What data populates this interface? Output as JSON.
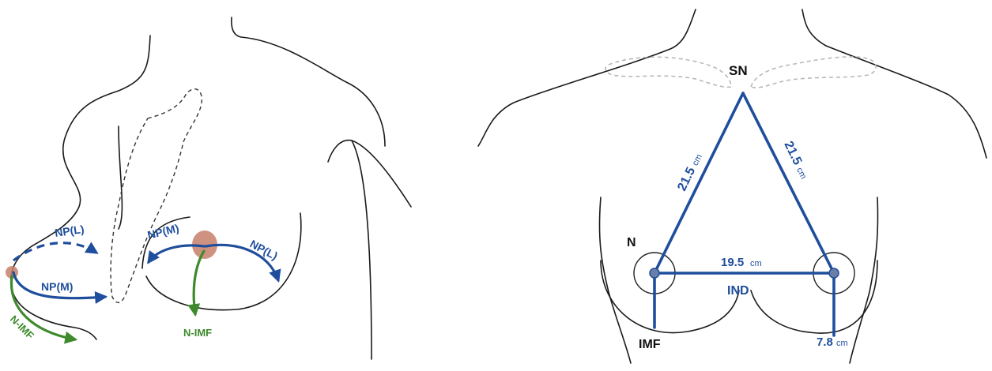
{
  "left_figure": {
    "labels": {
      "np_l_side": "NP(L)",
      "np_m_side": "NP(M)",
      "n_imf_side": "N-IMF",
      "np_m_front": "NP(M)",
      "np_l_front": "NP(L)",
      "n_imf_front": "N-IMF"
    }
  },
  "right_figure": {
    "labels": {
      "sn": "SN",
      "n": "N",
      "ind": "IND",
      "imf": "IMF"
    },
    "measurements": {
      "sn_n_left_value": "21.5",
      "sn_n_left_unit": "cm",
      "sn_n_right_value": "21.5",
      "sn_n_right_unit": "cm",
      "ind_value": "19.5",
      "ind_unit": "cm",
      "n_imf_value": "7.8",
      "n_imf_unit": "cm"
    }
  },
  "colors": {
    "measurement_blue": "#1f4e9c",
    "imf_green": "#3e8a2c",
    "areola": "#c87f6a"
  }
}
